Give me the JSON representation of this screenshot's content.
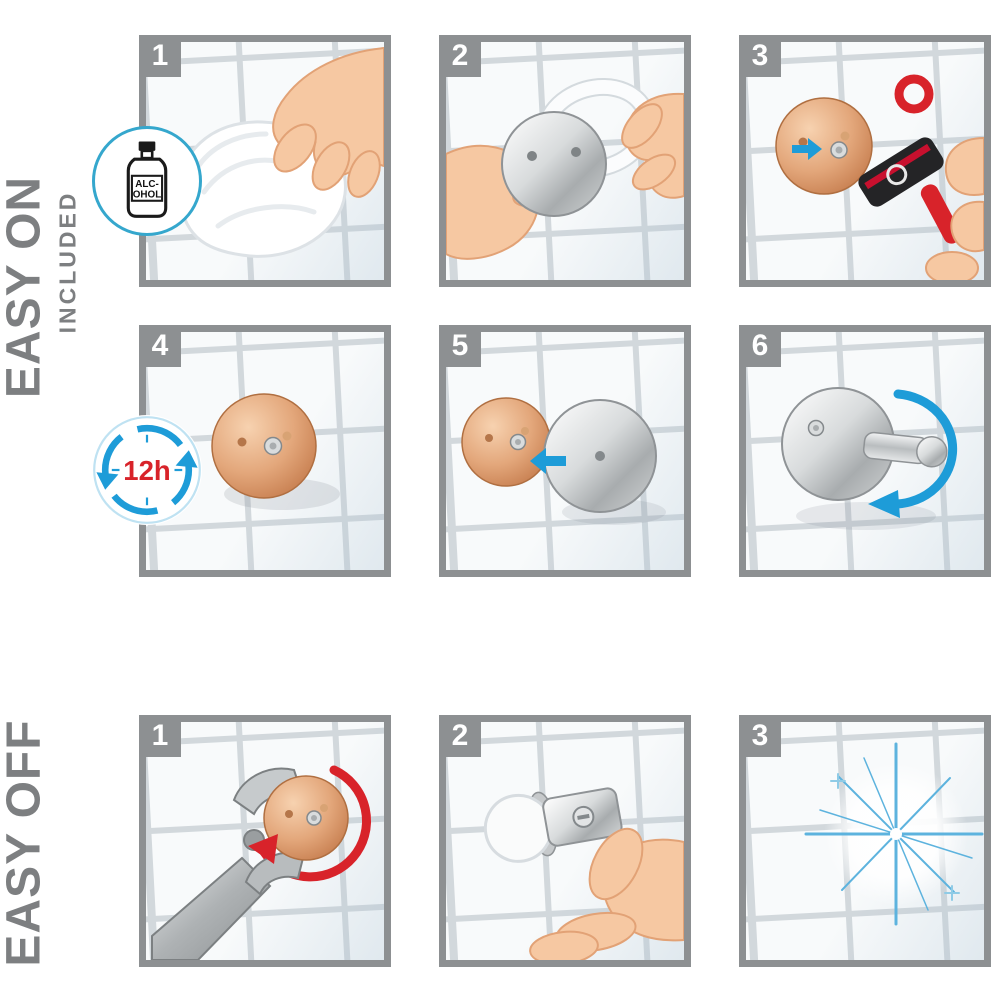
{
  "easy_on": {
    "label": "EASY ON",
    "sublabel": "INCLUDED",
    "steps": [
      {
        "number": "1",
        "icon": "clean-wall-with-cloth"
      },
      {
        "number": "2",
        "icon": "hold-plate-and-adhesive-ring"
      },
      {
        "number": "3",
        "icon": "press-plate-with-applicator-tool"
      },
      {
        "number": "4",
        "icon": "mounted-plate-wait"
      },
      {
        "number": "5",
        "icon": "slide-on-cover-disc"
      },
      {
        "number": "6",
        "icon": "twist-on-hook"
      }
    ]
  },
  "easy_off": {
    "label": "EASY OFF",
    "steps": [
      {
        "number": "1",
        "icon": "turn-plate-with-wrench"
      },
      {
        "number": "2",
        "icon": "hold-removed-hook"
      },
      {
        "number": "3",
        "icon": "clean-sparkling-tile"
      }
    ]
  },
  "badges": {
    "alcohol": {
      "line1": "ALC-",
      "line2": "OHOL"
    },
    "time": {
      "label": "12h"
    }
  },
  "colors": {
    "panel_border": "#8d9092",
    "label_gray": "#7d7f81",
    "accent_blue": "#1e9cd8",
    "accent_red": "#d8232a",
    "copper": "#e3a77b",
    "chrome": "#c6c9cb"
  }
}
